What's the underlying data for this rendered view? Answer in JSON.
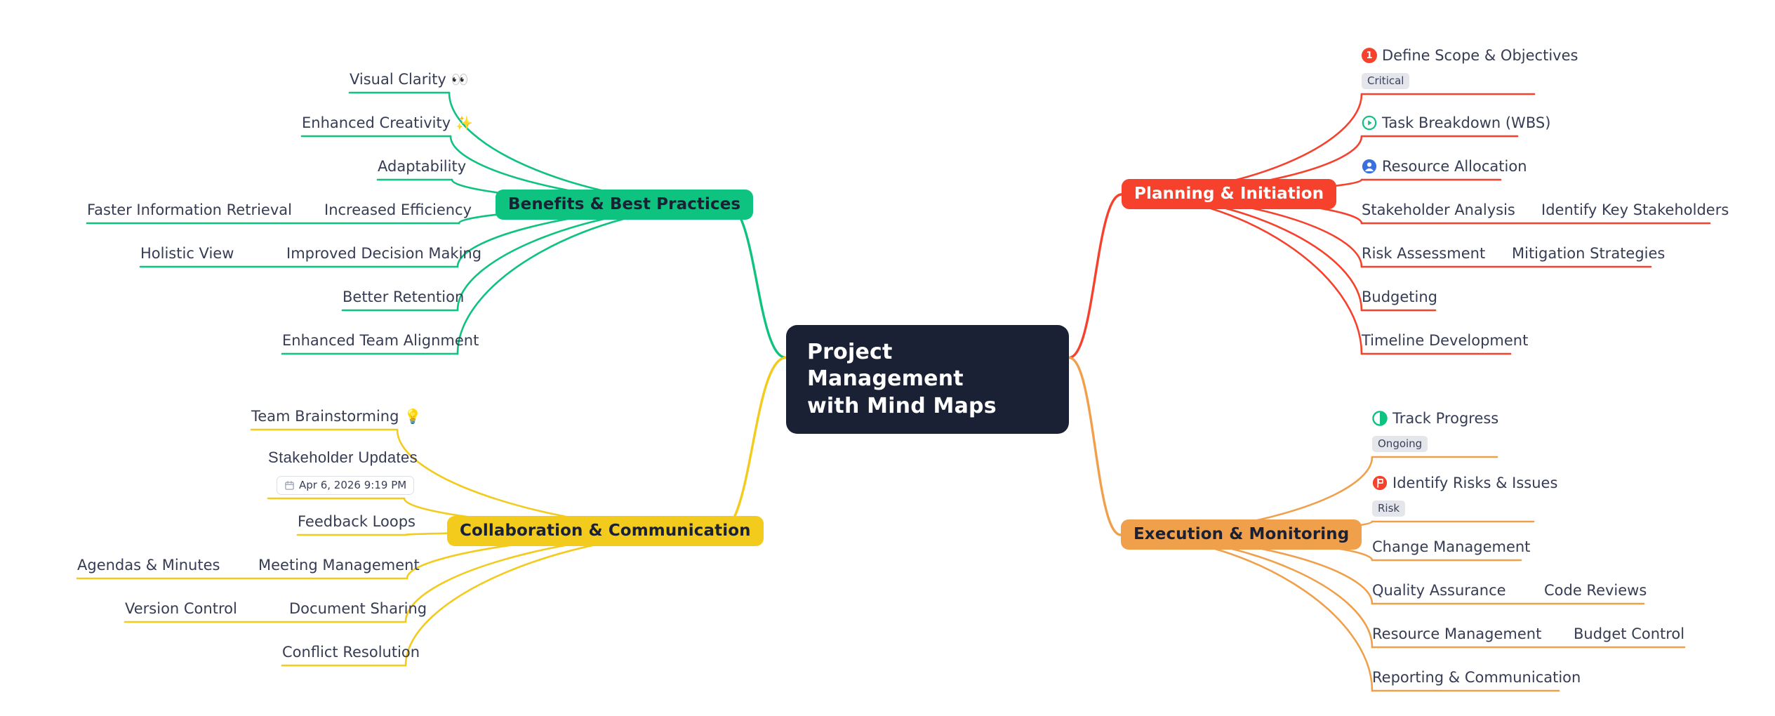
{
  "colors": {
    "root_bg": "#1b2135",
    "root_text": "#ffffff",
    "green": "#0ec27f",
    "red": "#f6412d",
    "yellow": "#f2cb1d",
    "orange": "#f0a04b",
    "leaf_text": "#363c54",
    "tag_bg": "#e4e6ec",
    "badge_blue": "#3b6fe0",
    "badge_green": "#0ec27f",
    "badge_red": "#f6412d"
  },
  "root": {
    "line1": "Project Management",
    "line2": "with Mind Maps"
  },
  "branches": [
    {
      "id": "benefits",
      "label": "Benefits & Best Practices",
      "color": "#0ec27f",
      "text_style": "dark",
      "side": "left",
      "children": [
        {
          "label": "Visual Clarity",
          "emoji": "👀"
        },
        {
          "label": "Enhanced Creativity",
          "emoji": "✨"
        },
        {
          "label": "Adaptability"
        },
        {
          "label": "Increased Efficiency",
          "sub": "Faster Information Retrieval"
        },
        {
          "label": "Improved Decision Making",
          "sub": "Holistic View"
        },
        {
          "label": "Better Retention"
        },
        {
          "label": "Enhanced Team Alignment"
        }
      ]
    },
    {
      "id": "planning",
      "label": "Planning & Initiation",
      "color": "#f6412d",
      "text_style": "light",
      "side": "right",
      "children": [
        {
          "label": "Define Scope & Objectives",
          "icon": "number-one-badge",
          "tag": "Critical"
        },
        {
          "label": "Task Breakdown (WBS)",
          "icon": "play-circle-icon"
        },
        {
          "label": "Resource Allocation",
          "icon": "user-avatar-icon"
        },
        {
          "label": "Stakeholder Analysis",
          "sub": "Identify Key Stakeholders"
        },
        {
          "label": "Risk Assessment",
          "sub": "Mitigation Strategies"
        },
        {
          "label": "Budgeting"
        },
        {
          "label": "Timeline Development"
        }
      ]
    },
    {
      "id": "collaboration",
      "label": "Collaboration & Communication",
      "color": "#f2cb1d",
      "text_style": "dark",
      "side": "left",
      "children": [
        {
          "label": "Team Brainstorming",
          "emoji": "💡"
        },
        {
          "label": "Stakeholder Updates",
          "date": "Apr 6, 2026 9:19 PM",
          "alt_font": true
        },
        {
          "label": "Feedback Loops"
        },
        {
          "label": "Meeting Management",
          "sub": "Agendas & Minutes"
        },
        {
          "label": "Document Sharing",
          "sub": "Version Control"
        },
        {
          "label": "Conflict Resolution"
        }
      ]
    },
    {
      "id": "execution",
      "label": "Execution & Monitoring",
      "color": "#f0a04b",
      "text_style": "dark",
      "side": "right",
      "children": [
        {
          "label": "Track Progress",
          "icon": "progress-half-icon",
          "tag": "Ongoing"
        },
        {
          "label": "Identify Risks & Issues",
          "icon": "flag-badge-icon",
          "tag": "Risk"
        },
        {
          "label": "Change Management"
        },
        {
          "label": "Quality Assurance",
          "sub": "Code Reviews"
        },
        {
          "label": "Resource Management",
          "sub": "Budget Control"
        },
        {
          "label": "Reporting & Communication"
        }
      ]
    }
  ]
}
